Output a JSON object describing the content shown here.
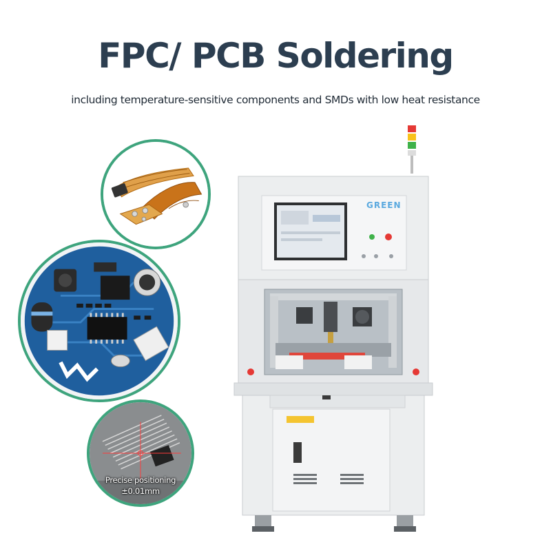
{
  "header": {
    "title": "FPC/ PCB Soldering",
    "subtitle": "including temperature-sensitive components and SMDs with low heat resistance"
  },
  "callouts": {
    "positioning_line1": "Precise positioning",
    "positioning_line2": "±0.01mm"
  },
  "machine": {
    "brand": "GREEN"
  },
  "colors": {
    "title": "#2c3e50",
    "accent_ring": "#3ea47d",
    "pcb_blue": "#1f5f9e",
    "flex_amber": "#d68a1e"
  },
  "icons": [
    "fpc-flex-cable-image",
    "pcb-board-image",
    "positioning-image",
    "soldering-machine-image",
    "signal-tower-icon"
  ]
}
